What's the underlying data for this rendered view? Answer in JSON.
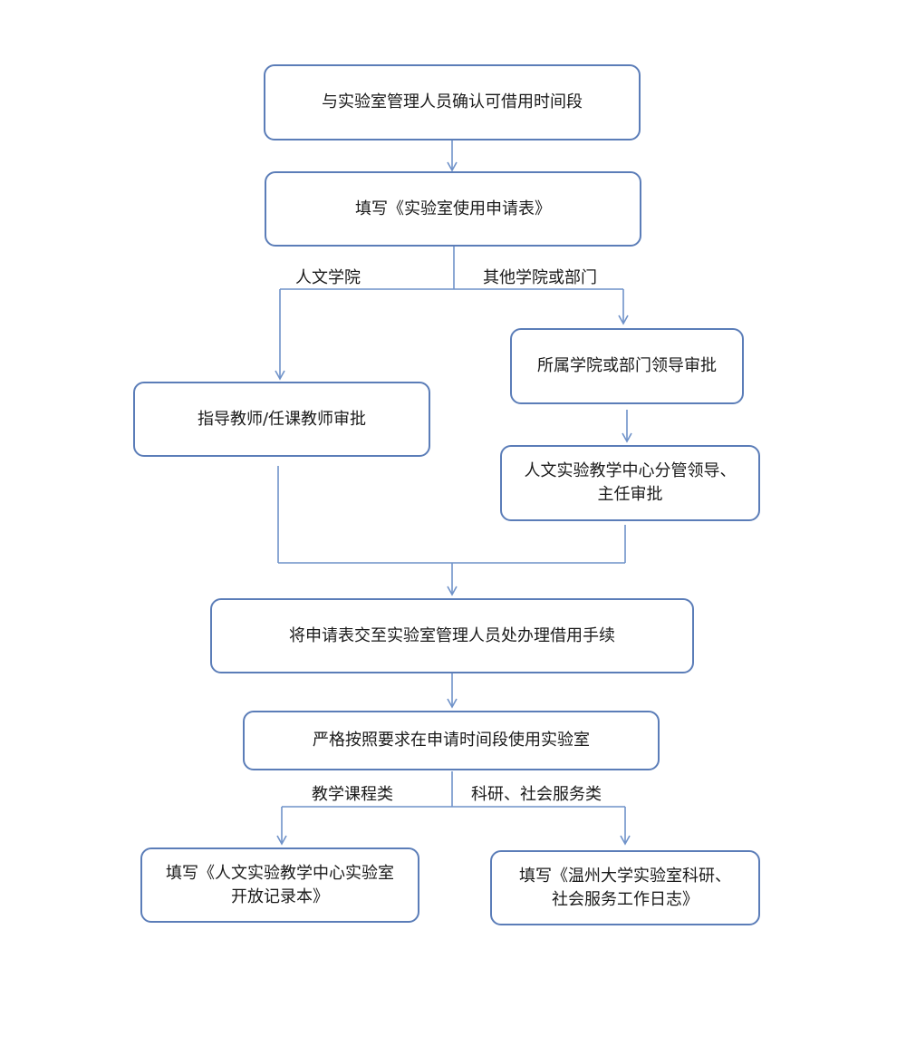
{
  "steps": {
    "confirm": "与实验室管理人员确认可借用时间段",
    "fill_form": "填写《实验室使用申请表》",
    "teacher_approve": "指导教师/任课教师审批",
    "dept_approve": "所属学院或部门领导审批",
    "center_approve_line1": "人文实验教学中心分管领导、",
    "center_approve_line2": "主任审批",
    "submit": "将申请表交至实验室管理人员处办理借用手续",
    "use_lab": "严格按照要求在申请时间段使用实验室",
    "record_teaching_line1": "填写《人文实验教学中心实验室",
    "record_teaching_line2": "开放记录本》",
    "record_research_line1": "填写《温州大学实验室科研、",
    "record_research_line2": "社会服务工作日志》"
  },
  "branches": {
    "humanities": "人文学院",
    "other_dept": "其他学院或部门",
    "teaching": "教学课程类",
    "research": "科研、社会服务类"
  }
}
